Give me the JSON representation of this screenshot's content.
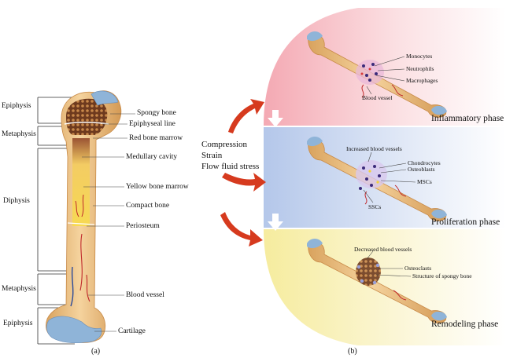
{
  "panel_a": {
    "regions": [
      "Epiphysis",
      "Metaphysis",
      "Diphysis",
      "Metaphysis",
      "Epiphysis"
    ],
    "labels": [
      "Spongy bone",
      "Epiphyseal line",
      "Red bone marrow",
      "Medullary cavity",
      "Yellow bone marrow",
      "Compact bone",
      "Periosteum",
      "Blood vessel",
      "Cartilage"
    ],
    "caption": "(a)"
  },
  "panel_b": {
    "stresses": [
      "Compression",
      "Strain",
      "Flow fluid stress"
    ],
    "caption": "(b)",
    "phases": [
      {
        "name": "Inflammatory phase",
        "cells": [
          "Monocytes",
          "Neutrophils",
          "Macrophages",
          "Blood vessel"
        ]
      },
      {
        "name": "Proliferation phase",
        "cells": [
          "Increased blood vessels",
          "Chondrocytes",
          "Osteoblasts",
          "MSCs",
          "SSCs"
        ]
      },
      {
        "name": "Remodeling phase",
        "cells": [
          "Decreased blood vessels",
          "Osteoclasts",
          "Structure of spongy bone"
        ]
      }
    ]
  },
  "colors": {
    "bone": "#ecc082",
    "cartilage": "#8fb4d8",
    "marrow_red": "#8a4a2a",
    "marrow_yellow": "#f6d040",
    "inflammatory_bg": "#f7c9cf",
    "proliferation_bg": "#c9d7ef",
    "remodeling_bg": "#f8f1b5",
    "arrow_red": "#d63a1e"
  }
}
